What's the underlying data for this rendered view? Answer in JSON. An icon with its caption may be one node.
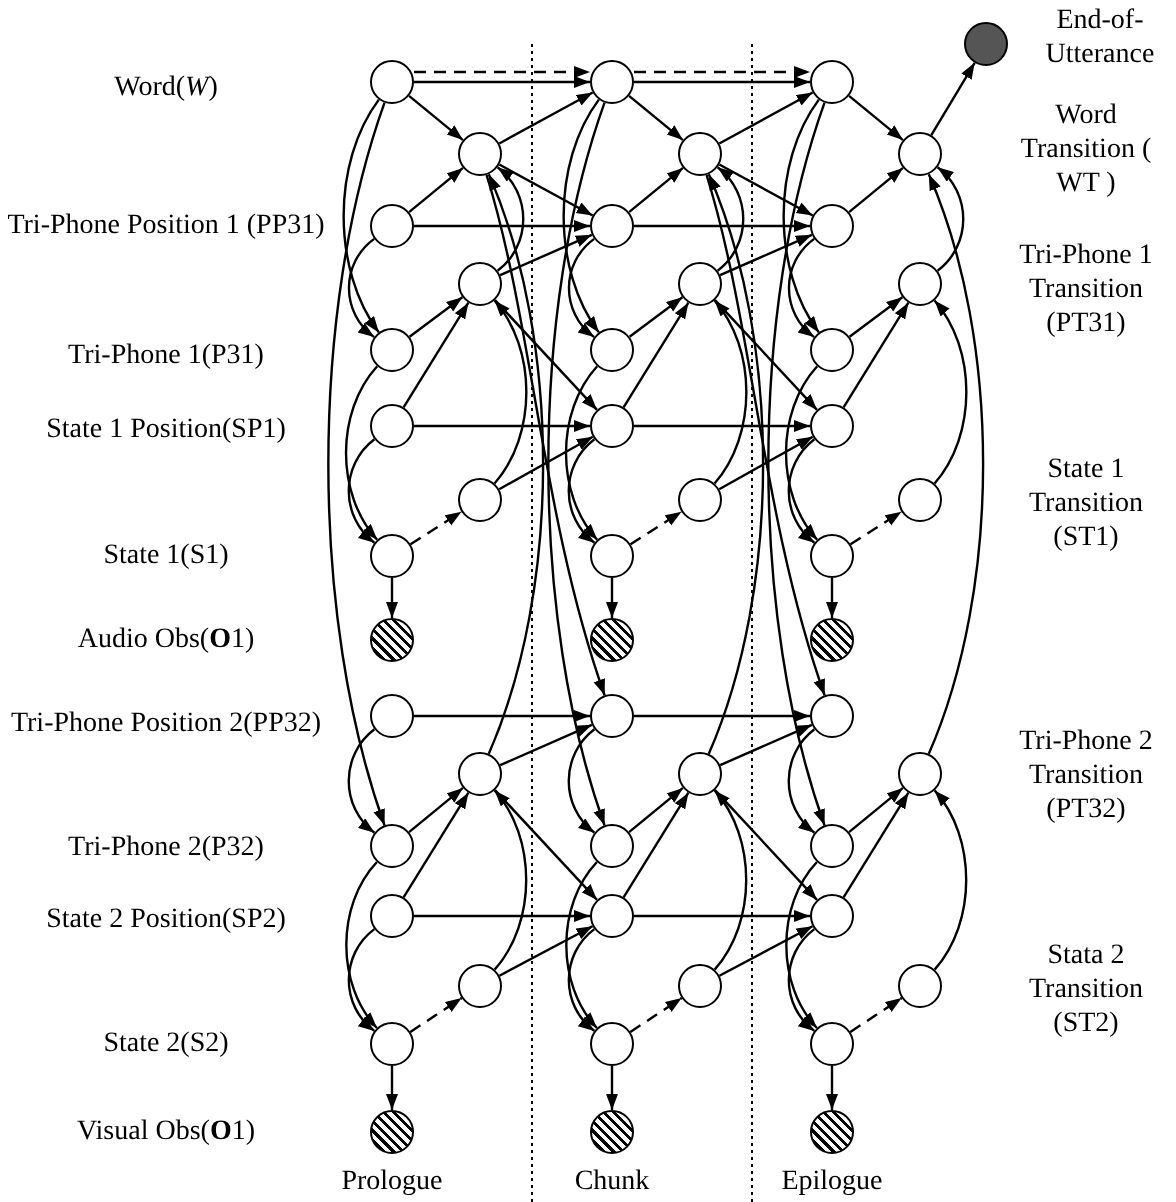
{
  "diagram": {
    "nodes": [
      {
        "text": [],
        "shape": "circle"
      },
      {
        "text": [],
        "shape": "circle"
      },
      {
        "text": [],
        "shape": "circle"
      },
      {
        "text": [],
        "shape": "circle"
      },
      {
        "text": [],
        "shape": "circle"
      },
      {
        "text": [],
        "shape": "circle"
      },
      {
        "text": [],
        "shape": "circle"
      },
      {
        "text": [],
        "shape": "circle"
      },
      {
        "text": [],
        "shape": "circle"
      },
      {
        "text": [],
        "shape": "circle"
      },
      {
        "text": [],
        "shape": "circle"
      },
      {
        "text": [],
        "shape": "circle"
      },
      {
        "text": [],
        "shape": "circle"
      },
      {
        "text": [],
        "shape": "circle"
      },
      {
        "text": [],
        "shape": "circle"
      },
      {
        "text": [],
        "shape": "circle"
      },
      {
        "text": [],
        "shape": "circle"
      },
      {
        "text": [],
        "shape": "circle"
      },
      {
        "text": [],
        "shape": "circle"
      },
      {
        "text": [],
        "shape": "circle"
      },
      {
        "text": [],
        "shape": "circle"
      },
      {
        "text": [],
        "shape": "circle"
      },
      {
        "text": [],
        "shape": "circle"
      },
      {
        "text": [],
        "shape": "circle"
      },
      {
        "text": [],
        "shape": "circle"
      },
      {
        "text": [],
        "shape": "circle"
      },
      {
        "text": [],
        "shape": "circle"
      },
      {
        "text": [],
        "shape": "circle"
      },
      {
        "text": [],
        "shape": "circle"
      },
      {
        "text": [],
        "shape": "circle"
      },
      {
        "text": [],
        "shape": "circle"
      },
      {
        "text": [],
        "shape": "circle"
      },
      {
        "text": [],
        "shape": "circle"
      },
      {
        "text": [],
        "shape": "circle"
      },
      {
        "text": [],
        "shape": "circle"
      },
      {
        "text": [],
        "shape": "circle"
      },
      {
        "text": [],
        "shape": "circle"
      },
      {
        "text": [],
        "shape": "circle"
      },
      {
        "text": [],
        "shape": "circle"
      },
      {
        "text": [],
        "shape": "circle"
      },
      {
        "text": [],
        "shape": "circle"
      },
      {
        "text": [],
        "shape": "circle"
      },
      {
        "text": [],
        "shape": "circle"
      },
      {
        "text": [],
        "shape": "circle"
      },
      {
        "text": [],
        "shape": "circle"
      },
      {
        "text": [],
        "shape": "circle"
      },
      {
        "text": [],
        "shape": "circle"
      },
      {
        "text": [],
        "shape": "circle"
      },
      {
        "text": [],
        "shape": "circle",
        "beside": [
          "End-of- Utterance"
        ]
      }
    ],
    "edges": [
      {
        "from": 0,
        "to": 1,
        "arrow": "to"
      },
      {
        "from": 2,
        "to": 1,
        "arrow": "to"
      },
      {
        "from": 3,
        "to": 1,
        "arrow": "to"
      },
      {
        "from": 10,
        "to": 1,
        "arrow": "to"
      },
      {
        "from": 0,
        "to": 4,
        "arrow": "to"
      },
      {
        "from": 2,
        "to": 4,
        "arrow": "to"
      },
      {
        "from": 4,
        "to": 3,
        "arrow": "to"
      },
      {
        "from": 5,
        "to": 3,
        "arrow": "to"
      },
      {
        "from": 6,
        "to": 3,
        "arrow": "to"
      },
      {
        "from": 4,
        "to": 7,
        "arrow": "to"
      },
      {
        "from": 5,
        "to": 7,
        "arrow": "to"
      },
      {
        "from": 7,
        "to": 6,
        "arrow": "to",
        "style": "dashed"
      },
      {
        "from": 7,
        "to": 8,
        "arrow": "to"
      },
      {
        "from": 0,
        "to": 11,
        "arrow": "to"
      },
      {
        "from": 9,
        "to": 11,
        "arrow": "to"
      },
      {
        "from": 11,
        "to": 10,
        "arrow": "to"
      },
      {
        "from": 12,
        "to": 10,
        "arrow": "to"
      },
      {
        "from": 13,
        "to": 10,
        "arrow": "to"
      },
      {
        "from": 11,
        "to": 14,
        "arrow": "to"
      },
      {
        "from": 12,
        "to": 14,
        "arrow": "to"
      },
      {
        "from": 14,
        "to": 13,
        "arrow": "to",
        "style": "dashed"
      },
      {
        "from": 14,
        "to": 15,
        "arrow": "to"
      },
      {
        "from": 0,
        "to": 16,
        "arrow": "to"
      },
      {
        "from": 0,
        "to": 16,
        "arrow": "to",
        "style": "dashed"
      },
      {
        "from": 1,
        "to": 16,
        "arrow": "to"
      },
      {
        "from": 1,
        "to": 18,
        "arrow": "to"
      },
      {
        "from": 2,
        "to": 18,
        "arrow": "to"
      },
      {
        "from": 3,
        "to": 18,
        "arrow": "to"
      },
      {
        "from": 3,
        "to": 21,
        "arrow": "to"
      },
      {
        "from": 5,
        "to": 21,
        "arrow": "to"
      },
      {
        "from": 6,
        "to": 21,
        "arrow": "to"
      },
      {
        "from": 1,
        "to": 25,
        "arrow": "to"
      },
      {
        "from": 9,
        "to": 25,
        "arrow": "to"
      },
      {
        "from": 10,
        "to": 25,
        "arrow": "to"
      },
      {
        "from": 10,
        "to": 28,
        "arrow": "to"
      },
      {
        "from": 12,
        "to": 28,
        "arrow": "to"
      },
      {
        "from": 13,
        "to": 28,
        "arrow": "to"
      },
      {
        "from": 16,
        "to": 17,
        "arrow": "to"
      },
      {
        "from": 18,
        "to": 17,
        "arrow": "to"
      },
      {
        "from": 19,
        "to": 17,
        "arrow": "to"
      },
      {
        "from": 26,
        "to": 17,
        "arrow": "to"
      },
      {
        "from": 16,
        "to": 20,
        "arrow": "to"
      },
      {
        "from": 18,
        "to": 20,
        "arrow": "to"
      },
      {
        "from": 20,
        "to": 19,
        "arrow": "to"
      },
      {
        "from": 21,
        "to": 19,
        "arrow": "to"
      },
      {
        "from": 22,
        "to": 19,
        "arrow": "to"
      },
      {
        "from": 20,
        "to": 23,
        "arrow": "to"
      },
      {
        "from": 21,
        "to": 23,
        "arrow": "to"
      },
      {
        "from": 23,
        "to": 22,
        "arrow": "to",
        "style": "dashed"
      },
      {
        "from": 23,
        "to": 24,
        "arrow": "to"
      },
      {
        "from": 16,
        "to": 27,
        "arrow": "to"
      },
      {
        "from": 25,
        "to": 27,
        "arrow": "to"
      },
      {
        "from": 27,
        "to": 26,
        "arrow": "to"
      },
      {
        "from": 28,
        "to": 26,
        "arrow": "to"
      },
      {
        "from": 29,
        "to": 26,
        "arrow": "to"
      },
      {
        "from": 27,
        "to": 30,
        "arrow": "to"
      },
      {
        "from": 28,
        "to": 30,
        "arrow": "to"
      },
      {
        "from": 30,
        "to": 29,
        "arrow": "to",
        "style": "dashed"
      },
      {
        "from": 30,
        "to": 31,
        "arrow": "to"
      },
      {
        "from": 16,
        "to": 32,
        "arrow": "to"
      },
      {
        "from": 16,
        "to": 32,
        "arrow": "to",
        "style": "dashed"
      },
      {
        "from": 17,
        "to": 32,
        "arrow": "to"
      },
      {
        "from": 17,
        "to": 34,
        "arrow": "to"
      },
      {
        "from": 18,
        "to": 34,
        "arrow": "to"
      },
      {
        "from": 19,
        "to": 34,
        "arrow": "to"
      },
      {
        "from": 19,
        "to": 37,
        "arrow": "to"
      },
      {
        "from": 21,
        "to": 37,
        "arrow": "to"
      },
      {
        "from": 22,
        "to": 37,
        "arrow": "to"
      },
      {
        "from": 17,
        "to": 41,
        "arrow": "to"
      },
      {
        "from": 25,
        "to": 41,
        "arrow": "to"
      },
      {
        "from": 26,
        "to": 41,
        "arrow": "to"
      },
      {
        "from": 26,
        "to": 44,
        "arrow": "to"
      },
      {
        "from": 28,
        "to": 44,
        "arrow": "to"
      },
      {
        "from": 29,
        "to": 44,
        "arrow": "to"
      },
      {
        "from": 32,
        "to": 33,
        "arrow": "to"
      },
      {
        "from": 34,
        "to": 33,
        "arrow": "to"
      },
      {
        "from": 35,
        "to": 33,
        "arrow": "to"
      },
      {
        "from": 42,
        "to": 33,
        "arrow": "to"
      },
      {
        "from": 32,
        "to": 36,
        "arrow": "to"
      },
      {
        "from": 34,
        "to": 36,
        "arrow": "to"
      },
      {
        "from": 36,
        "to": 35,
        "arrow": "to"
      },
      {
        "from": 37,
        "to": 35,
        "arrow": "to"
      },
      {
        "from": 38,
        "to": 35,
        "arrow": "to"
      },
      {
        "from": 36,
        "to": 39,
        "arrow": "to"
      },
      {
        "from": 37,
        "to": 39,
        "arrow": "to"
      },
      {
        "from": 39,
        "to": 38,
        "arrow": "to",
        "style": "dashed"
      },
      {
        "from": 39,
        "to": 40,
        "arrow": "to"
      },
      {
        "from": 32,
        "to": 43,
        "arrow": "to"
      },
      {
        "from": 41,
        "to": 43,
        "arrow": "to"
      },
      {
        "from": 43,
        "to": 42,
        "arrow": "to"
      },
      {
        "from": 44,
        "to": 42,
        "arrow": "to"
      },
      {
        "from": 45,
        "to": 42,
        "arrow": "to"
      },
      {
        "from": 43,
        "to": 46,
        "arrow": "to"
      },
      {
        "from": 44,
        "to": 46,
        "arrow": "to"
      },
      {
        "from": 46,
        "to": 45,
        "arrow": "to",
        "style": "dashed"
      },
      {
        "from": 46,
        "to": 47,
        "arrow": "to"
      },
      {
        "from": 33,
        "to": 48,
        "arrow": "to"
      }
    ],
    "labels": [
      "Word(*W*)",
      "Word Transition ( WT )",
      "Tri-Phone Position 1 (PP31)",
      "Tri-Phone 1 Transition (PT31)",
      "Tri-Phone 1(P31)",
      "State 1 Position(SP1)",
      "State 1 Transition (ST1)",
      "State 1(S1)",
      "Audio Obs(**O**1)",
      "Tri-Phone Position 2(PP32)",
      "Tri-Phone 2 Transition (PT32)",
      "Tri-Phone 2(P32)",
      "State 2 Position(SP2)",
      "Stata 2 Transition (ST2)",
      "State 2(S2)",
      "Visual Obs(**O**1)",
      "Prologue",
      "Chunk",
      "Epilogue"
    ]
  }
}
